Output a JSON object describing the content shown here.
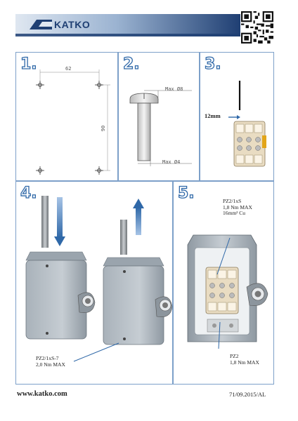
{
  "header": {
    "brand": "KATKO"
  },
  "steps": [
    {
      "num": "1."
    },
    {
      "num": "2.",
      "head_dim": "Max Ø8",
      "shaft_dim": "Max Ø4"
    },
    {
      "num": "3.",
      "strip_length": "12mm"
    },
    {
      "num": "4.",
      "terminal_spec": "PZ2/1xS-7\n2,0 Nm MAX"
    },
    {
      "num": "5.",
      "contact_spec": "PZ2/1xS\n1,8 Nm MAX\n16mm² Cu",
      "cover_spec": "PZ2\n1,8 Nm MAX"
    }
  ],
  "drawing1": {
    "width_dim": "62",
    "height_dim": "90"
  },
  "footer": {
    "website": "www.katko.com",
    "doc_ref": "71/09.2015/AL"
  },
  "colors": {
    "accent": "#2f68a8",
    "border": "#7da0c9",
    "banner": "#1f3f73"
  }
}
